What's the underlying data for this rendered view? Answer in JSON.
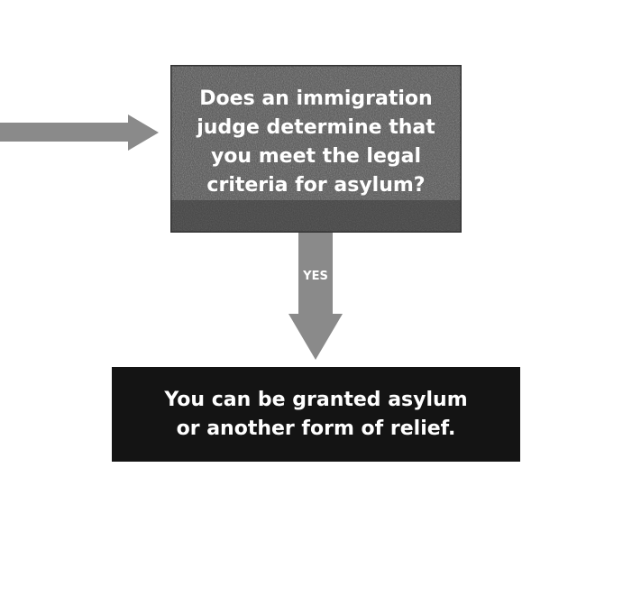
{
  "question": {
    "text": "Does an immigration\njudge determine that\nyou meet the legal\ncriteria for asylum?"
  },
  "connector": {
    "label": "YES"
  },
  "result": {
    "text": "You can be granted asylum\nor another form of relief."
  },
  "colors": {
    "arrow": "#8a8a8a",
    "question_box": "#4a4a4a",
    "result_box": "#141414",
    "text": "#ffffff"
  }
}
